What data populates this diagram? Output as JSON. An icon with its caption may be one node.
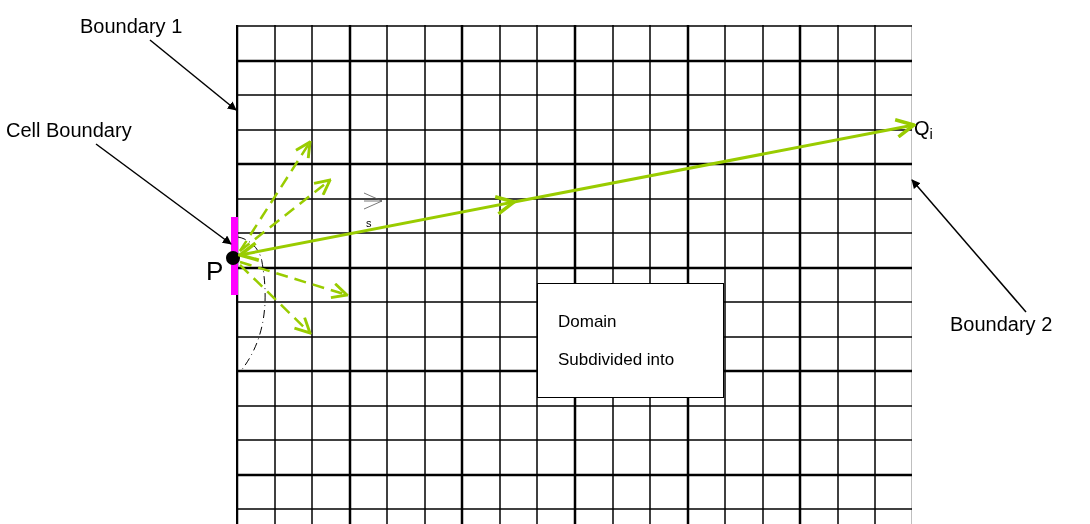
{
  "diagram": {
    "nodes": [
      {
        "text": [
          "Boundary 1"
        ]
      },
      {
        "text": [
          "Cell Boundary"
        ]
      },
      {
        "text": [
          "Boundary 2"
        ]
      },
      {
        "text": [],
        "shape": "box"
      },
      {
        "text": [],
        "shape": "bar"
      },
      {
        "text": [],
        "shape": "circle",
        "beside": [
          "P"
        ]
      },
      {
        "text": [
          "Q$_{i}$"
        ]
      },
      {
        "text": [
          "Domain",
          "Subdivided into"
        ],
        "in": 3
      }
    ],
    "edges": [
      {
        "from": 0,
        "to": 3,
        "arrow": "to",
        "color": "#000000"
      },
      {
        "from": 1,
        "to": 4,
        "arrow": "to",
        "color": "#000000"
      },
      {
        "from": 2,
        "to": 3,
        "arrow": "to",
        "color": "#000000"
      },
      {
        "from": 5,
        "to": 6,
        "arrow": "both",
        "color": "#99cc00"
      },
      {
        "from": 5,
        "to": null,
        "arrow": "to",
        "style": "dashed",
        "color": "#99cc00"
      },
      {
        "from": 5,
        "to": null,
        "arrow": "to",
        "style": "dashed",
        "color": "#99cc00"
      },
      {
        "from": 5,
        "to": null,
        "arrow": "to",
        "style": "dashed",
        "color": "#99cc00"
      },
      {
        "from": 5,
        "to": null,
        "arrow": "to",
        "style": "dashed",
        "color": "#99cc00"
      }
    ],
    "labels": [
      "s"
    ]
  }
}
